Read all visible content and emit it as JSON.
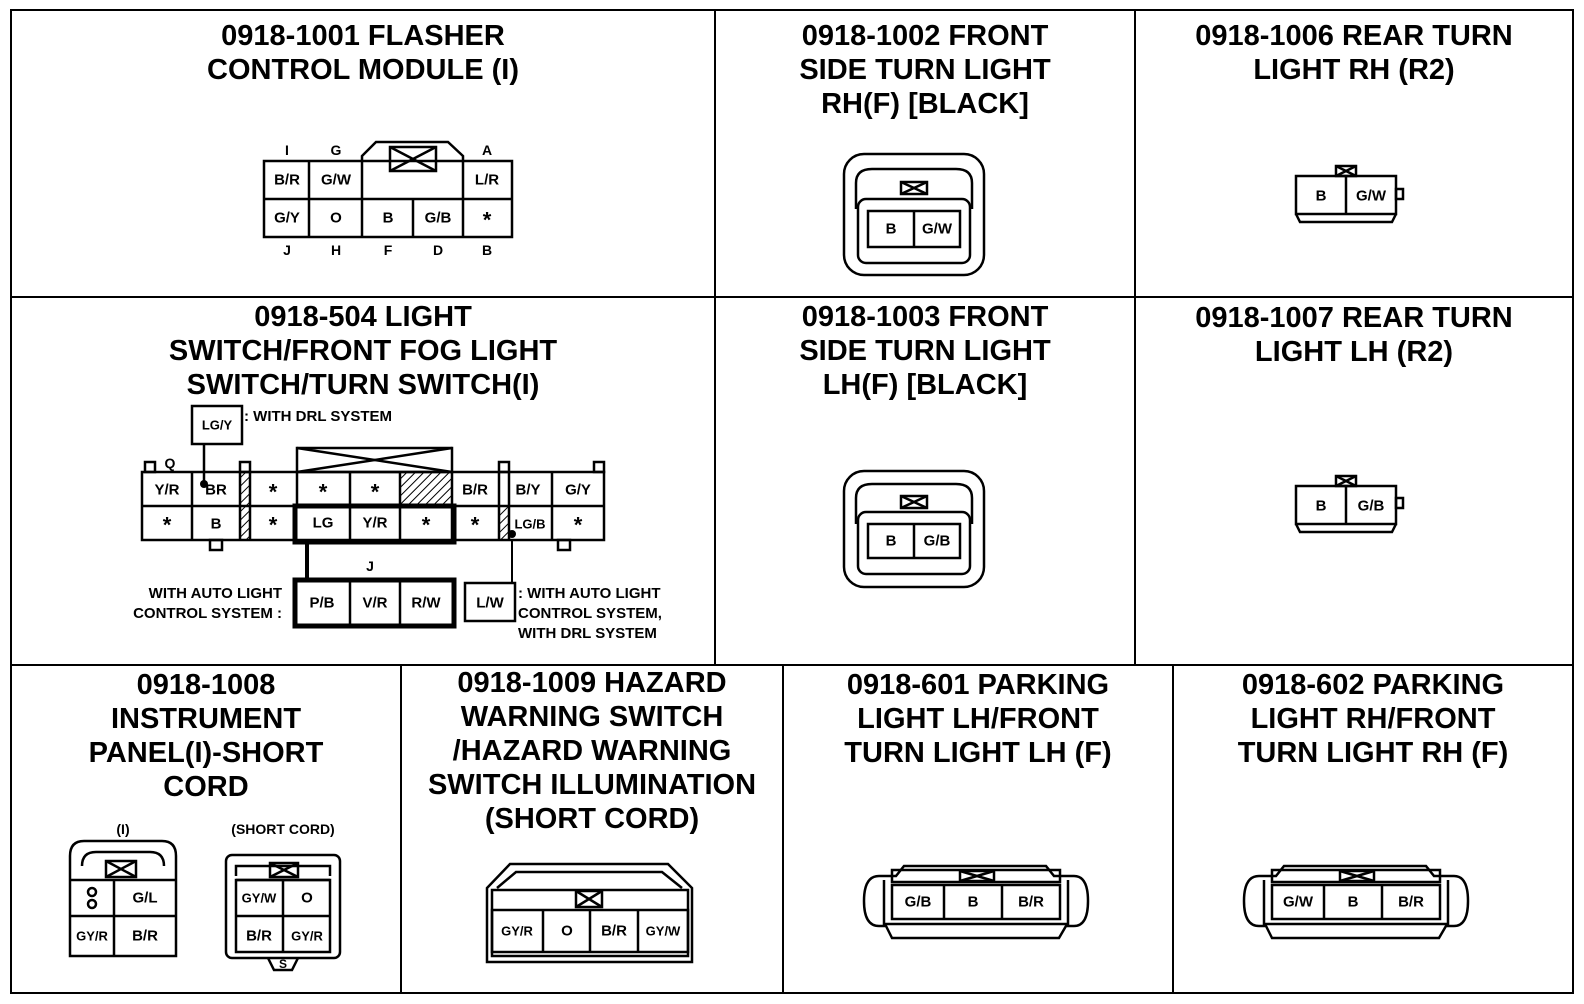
{
  "panels": {
    "flasher": {
      "title": [
        "0918-1001 FLASHER",
        "CONTROL MODULE (I)"
      ],
      "pins_top": [
        "B/R",
        "G/W",
        "L/R"
      ],
      "pins_bottom": [
        "G/Y",
        "O",
        "B",
        "G/B",
        "*"
      ],
      "letters_top": [
        "I",
        "G",
        "A"
      ],
      "letters_bottom": [
        "J",
        "H",
        "F",
        "D",
        "B"
      ]
    },
    "front_rh": {
      "title": [
        "0918-1002 FRONT",
        "SIDE TURN LIGHT",
        "RH(F) [BLACK]"
      ],
      "pins": [
        "B",
        "G/W"
      ]
    },
    "rear_rh": {
      "title": [
        "0918-1006 REAR TURN",
        "LIGHT RH (R2)"
      ],
      "pins": [
        "B",
        "G/W"
      ]
    },
    "light_switch": {
      "title": [
        "0918-504 LIGHT",
        "SWITCH/FRONT FOG LIGHT",
        "SWITCH/TURN SWITCH(I)"
      ],
      "drl_box": "LG/Y",
      "drl_note": ": WITH DRL SYSTEM",
      "letter_q": "Q",
      "letter_j": "J",
      "top_row": [
        "Y/R",
        "BR",
        "*",
        "*",
        "*",
        "B/R",
        "B/Y",
        "G/Y"
      ],
      "bottom_row": [
        "*",
        "B",
        "*",
        "LG",
        "Y/R",
        "*",
        "*",
        "LG/B",
        "*"
      ],
      "auto_note": [
        "WITH AUTO LIGHT",
        "CONTROL SYSTEM :"
      ],
      "auto_pins": [
        "P/B",
        "V/R",
        "R/W"
      ],
      "lw_box": "L/W",
      "lw_note": [
        ": WITH AUTO LIGHT",
        "CONTROL SYSTEM,",
        "WITH DRL SYSTEM"
      ]
    },
    "front_lh": {
      "title": [
        "0918-1003 FRONT",
        "SIDE TURN LIGHT",
        "LH(F) [BLACK]"
      ],
      "pins": [
        "B",
        "G/B"
      ]
    },
    "rear_lh": {
      "title": [
        "0918-1007 REAR TURN",
        "LIGHT LH (R2)"
      ],
      "pins": [
        "B",
        "G/B"
      ]
    },
    "instrument": {
      "title": [
        "0918-1008",
        "INSTRUMENT",
        "PANEL(I)-SHORT",
        "CORD"
      ],
      "label_i": "(I)",
      "label_short": "(SHORT CORD)",
      "i_pins": [
        "G/L",
        "GY/R",
        "B/R"
      ],
      "short_pins": [
        "GY/W",
        "O",
        "B/R",
        "GY/R"
      ],
      "s_mark": "S"
    },
    "hazard": {
      "title": [
        "0918-1009 HAZARD",
        "WARNING SWITCH",
        "/HAZARD WARNING",
        "SWITCH ILLUMINATION",
        "(SHORT CORD)"
      ],
      "pins": [
        "GY/R",
        "O",
        "B/R",
        "GY/W"
      ]
    },
    "parking_lh": {
      "title": [
        "0918-601 PARKING",
        "LIGHT LH/FRONT",
        "TURN LIGHT LH (F)"
      ],
      "pins": [
        "G/B",
        "B",
        "B/R"
      ]
    },
    "parking_rh": {
      "title": [
        "0918-602 PARKING",
        "LIGHT RH/FRONT",
        "TURN LIGHT RH (F)"
      ],
      "pins": [
        "G/W",
        "B",
        "B/R"
      ]
    }
  }
}
